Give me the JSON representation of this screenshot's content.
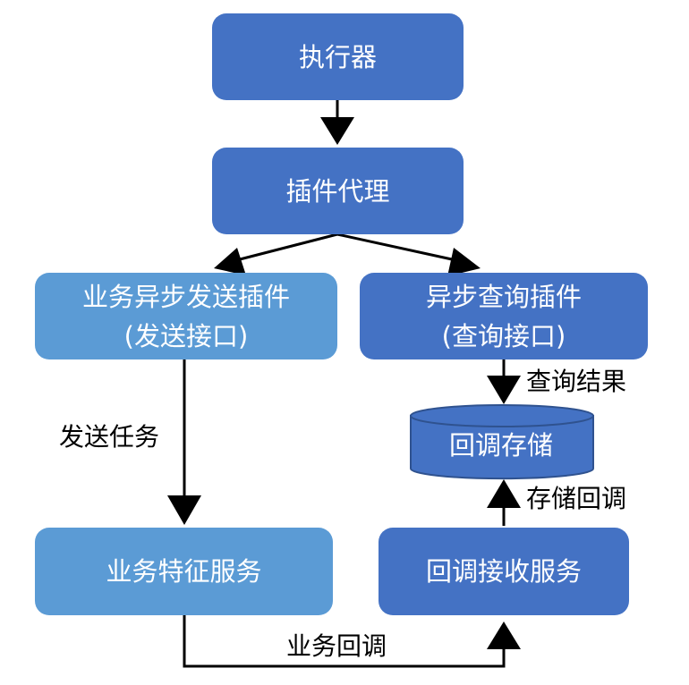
{
  "nodes": {
    "executor": "执行器",
    "plugin_proxy": "插件代理",
    "async_send_plugin": {
      "line1": "业务异步发送插件",
      "line2": "(发送接口)"
    },
    "async_query_plugin": {
      "line1": "异步查询插件",
      "line2": "(查询接口)"
    },
    "callback_storage": "回调存储",
    "business_feature_service": "业务特征服务",
    "callback_receive_service": "回调接收服务"
  },
  "edge_labels": {
    "send_task": "发送任务",
    "query_result": "查询结果",
    "store_callback": "存储回调",
    "business_callback": "业务回调"
  },
  "colors": {
    "dark_node": "#4472c4",
    "light_node": "#5b9bd5",
    "db_border": "#2f528f",
    "edge": "#000000"
  }
}
